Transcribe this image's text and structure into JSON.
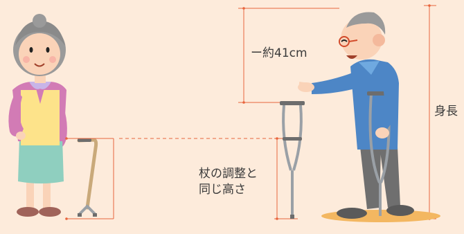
{
  "labels": {
    "measure": "ー約41cm",
    "cane_note_line1": "杖の調整と",
    "cane_note_line2": "同じ高さ",
    "height": "身長"
  },
  "colors": {
    "background": "#fdebdb",
    "guide_line": "#e8643c",
    "skin": "#fad3b8",
    "hair": "#9a9a9a",
    "vest": "#fde38a",
    "skirt": "#8fcfbf",
    "sweater": "#d27bb5",
    "cane": "#c9a97a",
    "crutch": "#9aa0a6",
    "jacket": "#4d86c6",
    "pants": "#6f6f6f",
    "shadow": "#f3b761"
  },
  "icons": [
    "elderly-woman-figure",
    "quad-cane-icon",
    "elderly-man-figure",
    "crutch-icon"
  ]
}
